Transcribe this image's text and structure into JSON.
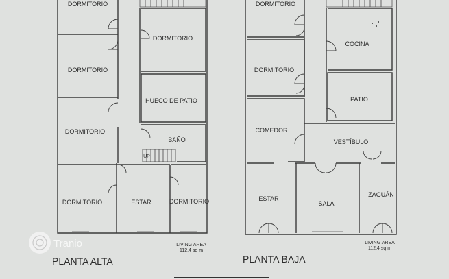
{
  "plans": [
    {
      "title": "PLANTA ALTA",
      "area_label": "LIVING AREA",
      "area_value": "112.4 sq m",
      "rooms": [
        "DORMITORIO",
        "DORMITORIO",
        "DORMITORIO",
        "DORMITORIO",
        "HUECO DE PATIO",
        "BAÑO",
        "DORMITORIO",
        "ESTAR",
        "DORMITORIO"
      ],
      "stair_label": "UP"
    },
    {
      "title": "PLANTA BAJA",
      "area_label": "LIVING AREA",
      "area_value": "112.4 sq m",
      "rooms": [
        "DORMITORIO",
        "COCINA",
        "DORMITORIO",
        "PATIO",
        "COMEDOR",
        "VESTÍBULO",
        "ESTAR",
        "SALA",
        "ZAGUÁN"
      ]
    }
  ],
  "watermark": {
    "text": "Tranio"
  }
}
